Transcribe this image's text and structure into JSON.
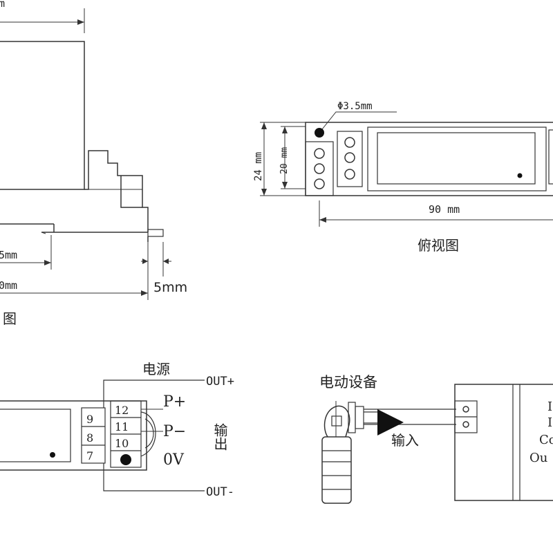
{
  "side_view": {
    "dim_top": "m",
    "dim_inner": "5mm",
    "dim_total": "0mm",
    "dim_pin": "5mm",
    "caption": "图"
  },
  "top_view": {
    "hole": "Φ3.5mm",
    "dim_outer_height": "24 mm",
    "dim_inner_height": "20 mm",
    "dim_length": "90 mm",
    "caption": "俯视图"
  },
  "wiring_left": {
    "power_label": "电源",
    "out_plus": "OUT+",
    "out_minus": "OUT-",
    "terminals_left": [
      "9",
      "8",
      "7"
    ],
    "terminals_right": [
      "12",
      "11",
      "10"
    ],
    "p_plus": "P+",
    "p_minus": "P−",
    "zero_v": "0V",
    "output_label": "输出"
  },
  "wiring_right": {
    "device_label": "电动设备",
    "input_label": "输入",
    "partial_text": [
      "I",
      "I",
      "Co",
      "Ou"
    ]
  }
}
